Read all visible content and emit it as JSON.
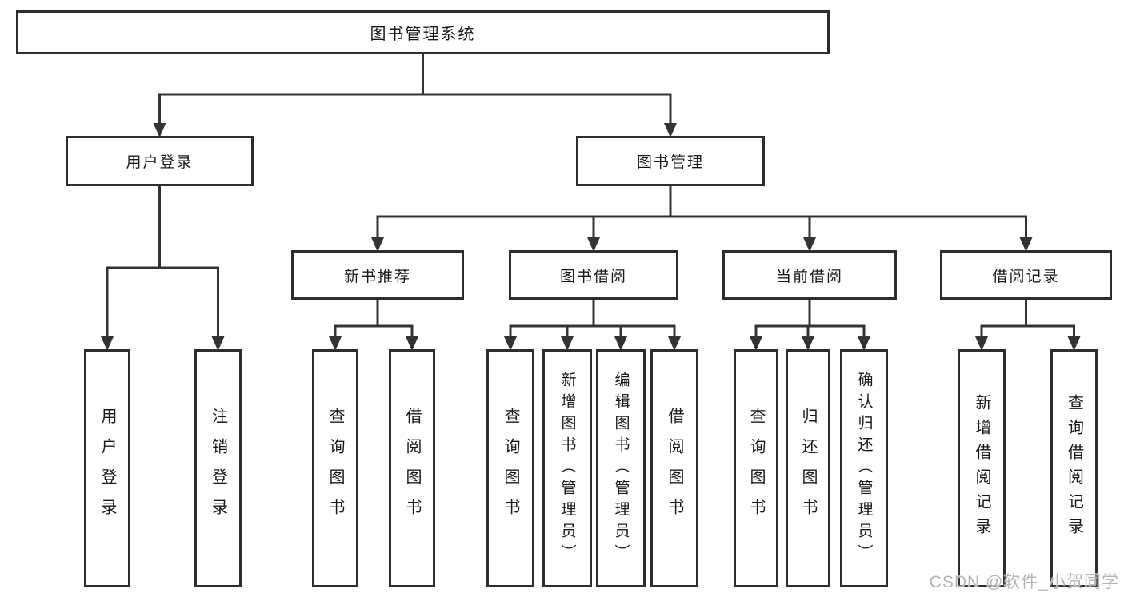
{
  "diagram": {
    "title": "图书管理系统",
    "nodes": [
      {
        "id": "root",
        "label": "图书管理系统"
      },
      {
        "id": "user-login",
        "label": "用户登录"
      },
      {
        "id": "book-mgmt",
        "label": "图书管理"
      },
      {
        "id": "login",
        "label": "用户登录"
      },
      {
        "id": "logout",
        "label": "注销登录"
      },
      {
        "id": "new-book-rec",
        "label": "新书推荐"
      },
      {
        "id": "book-borrow",
        "label": "图书借阅"
      },
      {
        "id": "current-borrow",
        "label": "当前借阅"
      },
      {
        "id": "borrow-records",
        "label": "借阅记录"
      },
      {
        "id": "nbr-query-book",
        "label": "查询图书"
      },
      {
        "id": "nbr-borrow-book",
        "label": "借阅图书"
      },
      {
        "id": "bb-query-book",
        "label": "查询图书"
      },
      {
        "id": "bb-add-book",
        "label": "新增图书（管理员）"
      },
      {
        "id": "bb-edit-book",
        "label": "编辑图书（管理员）"
      },
      {
        "id": "bb-borrow-book",
        "label": "借阅图书"
      },
      {
        "id": "cb-query-book",
        "label": "查询图书"
      },
      {
        "id": "cb-return-book",
        "label": "归还图书"
      },
      {
        "id": "cb-confirm-return",
        "label": "确认归还（管理员）"
      },
      {
        "id": "br-add-record",
        "label": "新增借阅记录"
      },
      {
        "id": "br-query-record",
        "label": "查询借阅记录"
      }
    ],
    "edges": [
      {
        "parent": "root",
        "children": [
          "user-login",
          "book-mgmt"
        ]
      },
      {
        "parent": "user-login",
        "children": [
          "login",
          "logout"
        ]
      },
      {
        "parent": "book-mgmt",
        "children": [
          "new-book-rec",
          "book-borrow",
          "current-borrow",
          "borrow-records"
        ]
      },
      {
        "parent": "new-book-rec",
        "children": [
          "nbr-query-book",
          "nbr-borrow-book"
        ]
      },
      {
        "parent": "book-borrow",
        "children": [
          "bb-query-book",
          "bb-add-book",
          "bb-edit-book",
          "bb-borrow-book"
        ]
      },
      {
        "parent": "current-borrow",
        "children": [
          "cb-query-book",
          "cb-return-book",
          "cb-confirm-return"
        ]
      },
      {
        "parent": "borrow-records",
        "children": [
          "br-add-record",
          "br-query-record"
        ]
      }
    ]
  },
  "watermark": "CSDN @软件_小贺同学",
  "colors": {
    "line": "#333333",
    "box_border": "#2e2e2e",
    "text": "#191919",
    "background": "#ffffff",
    "watermark": "#b5b5b5"
  }
}
